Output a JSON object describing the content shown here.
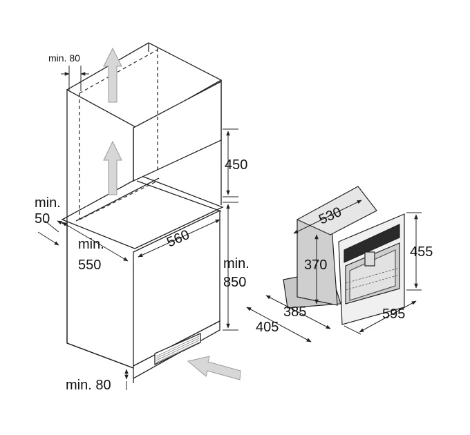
{
  "labels": {
    "top_min": "min. 80",
    "side_min_line1": "min.",
    "side_min_line2": "50",
    "depth_min_line1": "min.",
    "depth_min_line2": "550",
    "width_niche": "560",
    "height_upper": "450",
    "height_min_line1": "min.",
    "height_min_line2": "850",
    "bottom_min": "min. 80",
    "machine_width_top": "530",
    "machine_height_body": "370",
    "machine_height_total": "455",
    "machine_depth_body": "385",
    "machine_depth_total": "405",
    "machine_width_front": "595"
  },
  "colors": {
    "line": "#222222",
    "arrow_fill": "#d7d7d7",
    "arrow_stroke": "#9a9a9a",
    "machine_dark": "#2a2a2a",
    "machine_side": "#c8c8c8",
    "machine_top": "#e6e6e6"
  },
  "icons": [
    "airflow-arrow-icon",
    "dimension-arrow-icon"
  ]
}
